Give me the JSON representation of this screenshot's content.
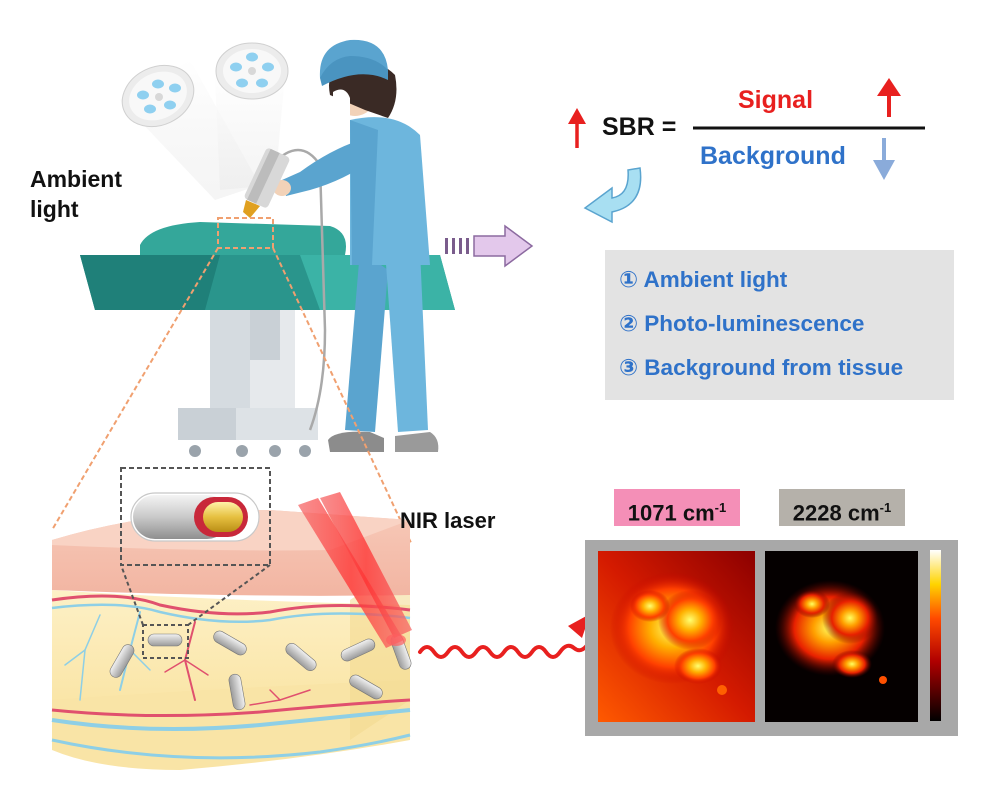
{
  "labels": {
    "ambient_line1": "Ambient",
    "ambient_line2": "light",
    "nir_laser": "NIR laser"
  },
  "equation": {
    "lhs": "SBR =",
    "numerator": "Signal",
    "denominator": "Background"
  },
  "factors": [
    "① Ambient light",
    "② Photo-luminescence",
    "③ Background from tissue"
  ],
  "panels": [
    {
      "wavenumber": "1071 cm",
      "unit_exponent": "-1",
      "badge_color": "#f48fb7"
    },
    {
      "wavenumber": "2228 cm",
      "unit_exponent": "-1",
      "badge_color": "#b5b1aa"
    }
  ],
  "colors": {
    "signal": "#e8201f",
    "background": "#2f72c9",
    "drape": "#2ea39c",
    "scrubs": "#6db6dd",
    "laser": "#f0403a",
    "factor_box": "#e3e3e3"
  }
}
